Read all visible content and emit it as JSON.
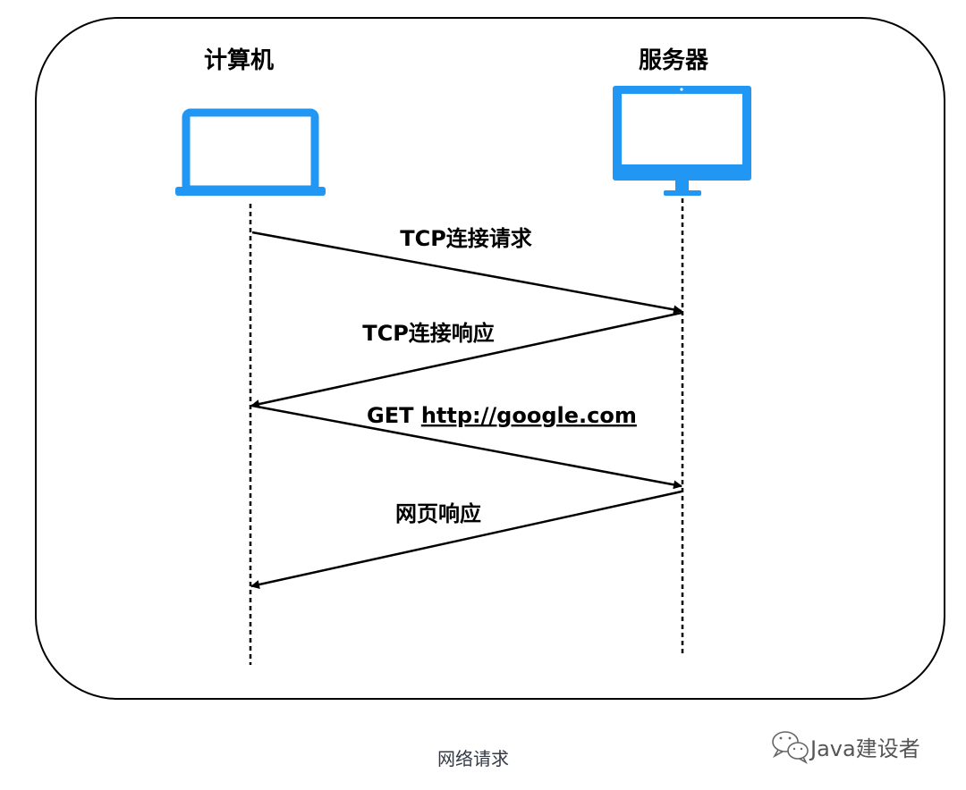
{
  "nodes": {
    "client": {
      "label": "计算机"
    },
    "server": {
      "label": "服务器"
    }
  },
  "messages": [
    {
      "text": "TCP连接请求",
      "direction": "client-to-server"
    },
    {
      "text": "TCP连接响应",
      "direction": "server-to-client"
    },
    {
      "prefix": "GET ",
      "link": "http://google.com",
      "direction": "client-to-server"
    },
    {
      "text": "网页响应",
      "direction": "server-to-client"
    }
  ],
  "caption": "网络请求",
  "watermark": {
    "text": "Java建设者",
    "icon": "wechat-icon"
  },
  "colors": {
    "device": "#2196f3",
    "line": "#000000",
    "frame": "#000000",
    "caption": "#333a44",
    "watermark": "#555555"
  }
}
